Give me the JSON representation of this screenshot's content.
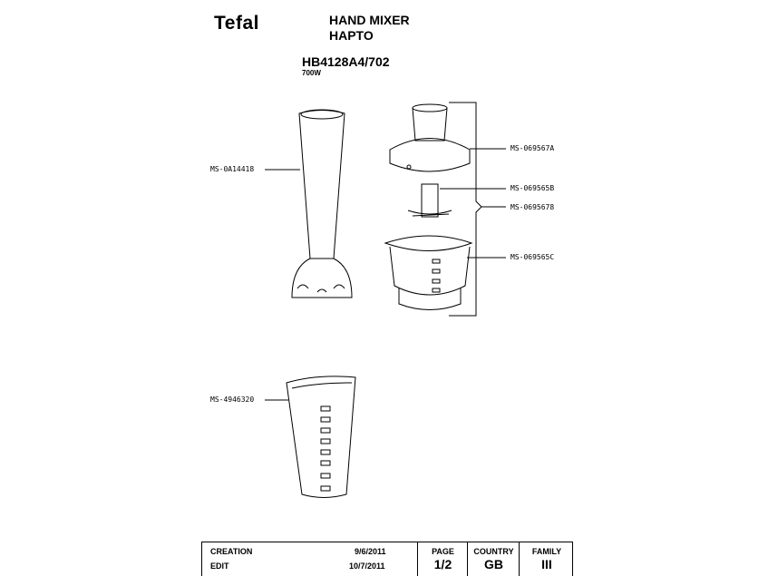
{
  "header": {
    "brand": "Tefal",
    "title_line1": "HAND MIXER",
    "title_line2": "HAPTO",
    "model": "HB4128A4/702",
    "power": "700W"
  },
  "parts": [
    {
      "ref": "MS-0A14418",
      "name": "blender-foot"
    },
    {
      "ref": "MS-069567A",
      "name": "chopper-lid"
    },
    {
      "ref": "MS-069565B",
      "name": "chopper-blade"
    },
    {
      "ref": "MS-0695678",
      "name": "chopper-assembly"
    },
    {
      "ref": "MS-069565C",
      "name": "chopper-bowl"
    },
    {
      "ref": "MS-4946320",
      "name": "measuring-beaker"
    }
  ],
  "footer": {
    "creation_label": "CREATION",
    "creation_date": "9/6/2011",
    "edit_label": "EDIT",
    "edit_date": "10/7/2011",
    "page_label": "PAGE",
    "page_value": "1/2",
    "country_label": "COUNTRY",
    "country_value": "GB",
    "family_label": "FAMILY",
    "family_value": "III"
  }
}
